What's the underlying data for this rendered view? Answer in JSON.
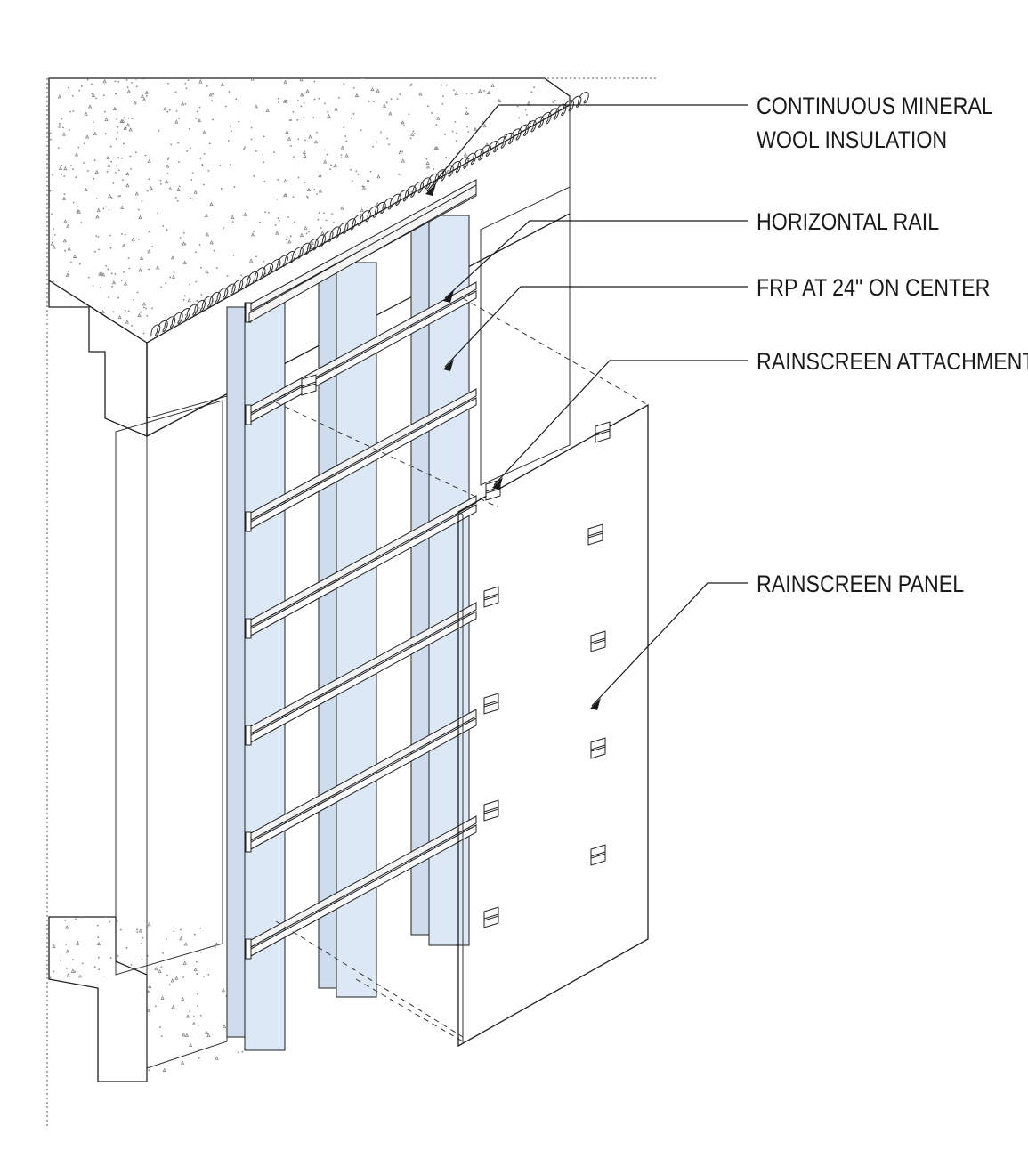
{
  "callouts": {
    "insulation": {
      "line1": "CONTINUOUS MINERAL",
      "line2": "WOOL INSULATION"
    },
    "horizontal_rail": "HORIZONTAL RAIL",
    "frp": "FRP AT 24\" ON CENTER",
    "attachment": "RAINSCREEN ATTACHMENT",
    "panel": "RAINSCREEN PANEL"
  },
  "colors": {
    "frp_blue": "#dde8f6",
    "linework": "#1f1f1f",
    "concrete_face": "#f7f7f7"
  }
}
